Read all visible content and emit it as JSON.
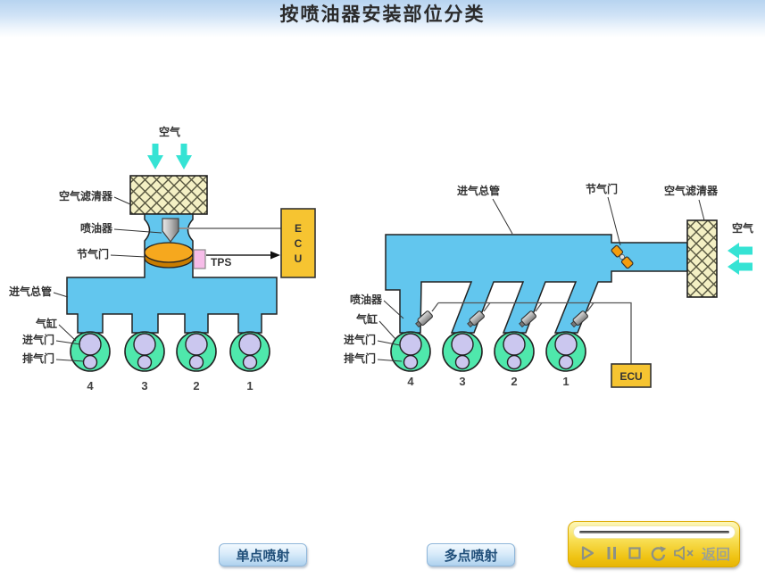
{
  "title": "按喷油器安装部位分类",
  "left_diagram": {
    "labels": {
      "air": "空气",
      "air_filter": "空气滤清器",
      "injector": "喷油器",
      "throttle": "节气门",
      "tps": "TPS",
      "intake_manifold": "进气总管",
      "cylinder": "气缸",
      "intake_valve": "进气门",
      "exhaust_valve": "排气门"
    },
    "ecu_letters": [
      "E",
      "C",
      "U"
    ],
    "cylinder_numbers": [
      "4",
      "3",
      "2",
      "1"
    ]
  },
  "right_diagram": {
    "labels": {
      "intake_manifold": "进气总管",
      "throttle": "节气门",
      "air_filter": "空气滤清器",
      "air": "空气",
      "injector": "喷油器",
      "cylinder": "气缸",
      "intake_valve": "进气门",
      "exhaust_valve": "排气门",
      "ecu": "ECU"
    },
    "cylinder_numbers": [
      "4",
      "3",
      "2",
      "1"
    ]
  },
  "buttons": {
    "single_point": "单点喷射",
    "multi_point": "多点喷射"
  },
  "player": {
    "back_label": "返回"
  },
  "colors": {
    "pipe_blue": "#62c6ee",
    "cylinder_green": "#4fe8ac",
    "valve_lavender": "#cbc7ef",
    "filter_cream": "#f4f0c4",
    "ecu_gold": "#f6c431",
    "throttle_orange": "#f49c0c",
    "tps_pink": "#f6bce8",
    "air_arrow_cyan": "#35e3d4",
    "player_gold": "#f3cd2e",
    "button_blue": "#aed1ee",
    "title_bar_blue": "#b7d4f0"
  }
}
